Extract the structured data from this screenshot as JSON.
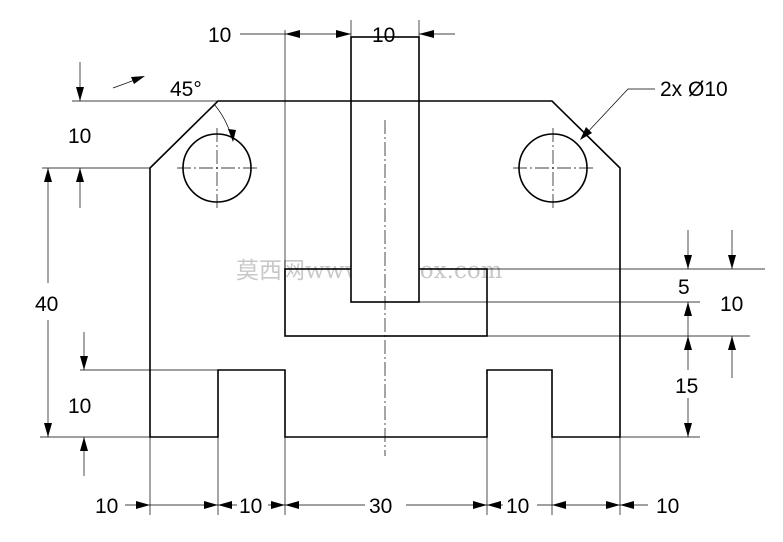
{
  "dimensions": {
    "top_left": "10",
    "top_right": "10",
    "chamfer_angle": "45°",
    "chamfer_height": "10",
    "hole_callout": "2x Ø10",
    "left_height": "40",
    "left_bottom": "10",
    "right_5": "5",
    "right_10": "10",
    "right_15": "15",
    "bottom": [
      "10",
      "10",
      "30",
      "10",
      "10"
    ]
  },
  "watermark": "莫西网www.3dmox.com"
}
